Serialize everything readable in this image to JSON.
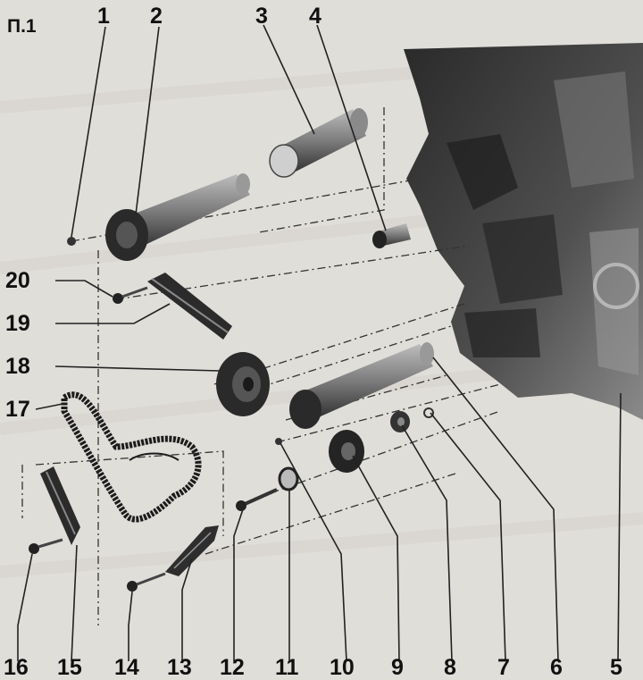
{
  "figure_label": "П.1",
  "callouts": [
    "1",
    "2",
    "3",
    "4",
    "5",
    "6",
    "7",
    "8",
    "9",
    "10",
    "11",
    "12",
    "13",
    "14",
    "15",
    "16",
    "17",
    "18",
    "19",
    "20"
  ],
  "colors": {
    "background": "#e4e2dd",
    "ink": "#111111",
    "engine_block": "#3a3a3a",
    "part": "#6b6b6b"
  }
}
